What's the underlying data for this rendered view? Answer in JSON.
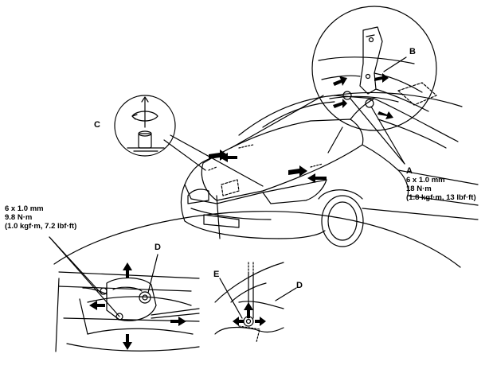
{
  "callouts": {
    "a": "A",
    "b": "B",
    "c": "C",
    "d_lower_left": "D",
    "d_lower_right": "D",
    "e": "E"
  },
  "spec_hinge": {
    "size": "6 x 1.0 mm",
    "torque": "18 N·m",
    "torque_alt": "(1.8 kgf·m, 13 lbf·ft)"
  },
  "spec_latch": {
    "size": "6 x 1.0 mm",
    "torque": "9.8 N·m",
    "torque_alt": "(1.0 kgf·m, 7.2 lbf·ft)"
  }
}
